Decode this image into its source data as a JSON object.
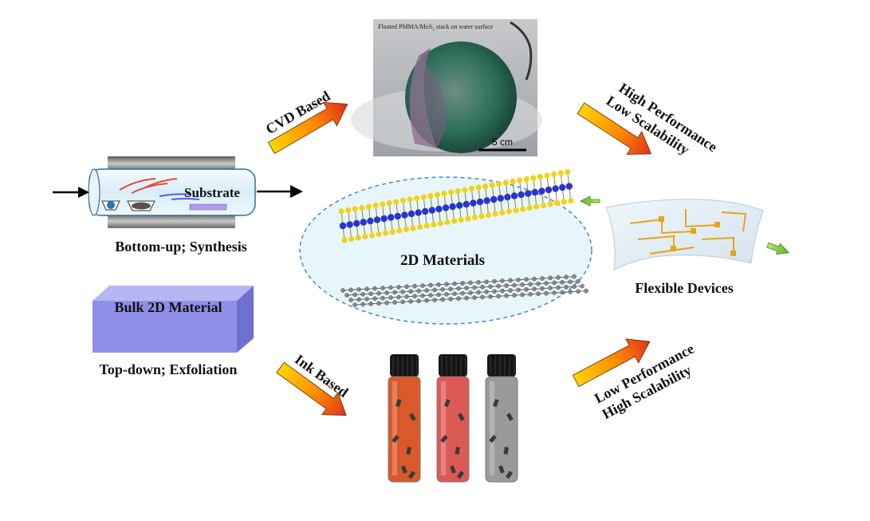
{
  "labels": {
    "cvd_based": "CVD Based",
    "ink_based": "Ink Based",
    "high_performance": "High Performance",
    "low_scalability": "Low Scalability",
    "low_performance": "Low Performance",
    "high_scalability": "High Scalability",
    "substrate": "Substrate",
    "bottom_up": "Bottom-up; Synthesis",
    "bulk_material": "Bulk 2D Material",
    "top_down": "Top-down; Exfoliation",
    "center": "2D Materials",
    "flexible_devices": "Flexible Devices",
    "photo_caption": "Floated PMMA/MoS₂ stack on water surface",
    "scale_bar": "5 cm"
  },
  "colors": {
    "arrow_start": "#ffd400",
    "arrow_mid": "#ff8a00",
    "arrow_end": "#e0301e",
    "ellipse_fill": "#e7f6fb",
    "ellipse_stroke": "#4b86c4",
    "bulk_front": "#8f8fe8",
    "bulk_top": "#b6b6f4",
    "bulk_side": "#6f6fd0",
    "vial_orange": "#d9592a",
    "vial_red": "#dc5a55",
    "vial_gray": "#9a9a9a",
    "sulfur": "#f0d21a",
    "metal": "#2a35c8"
  }
}
